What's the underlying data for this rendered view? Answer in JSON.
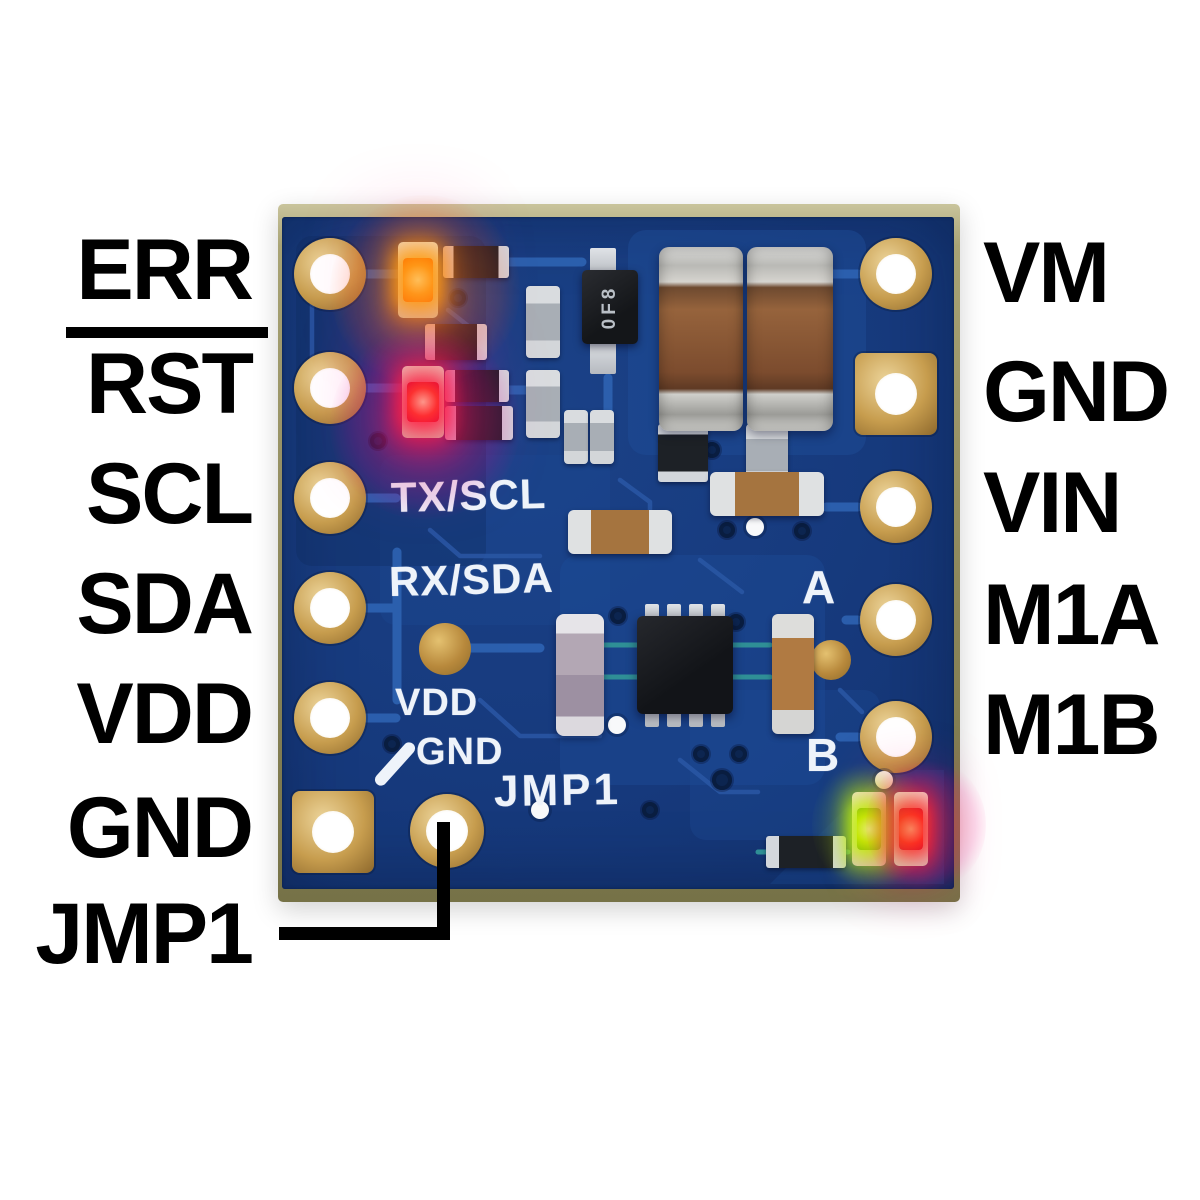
{
  "pinout": {
    "left_pins": [
      {
        "label": "ERR",
        "active_low": false
      },
      {
        "label": "RST",
        "active_low": true
      },
      {
        "label": "SCL",
        "active_low": false
      },
      {
        "label": "SDA",
        "active_low": false
      },
      {
        "label": "VDD",
        "active_low": false
      },
      {
        "label": "GND",
        "active_low": false
      }
    ],
    "jumper_pin": {
      "label": "JMP1"
    },
    "right_pins": [
      {
        "label": "VM"
      },
      {
        "label": "GND"
      },
      {
        "label": "VIN"
      },
      {
        "label": "M1A"
      },
      {
        "label": "M1B"
      }
    ]
  },
  "board": {
    "silkscreen": {
      "tx_scl": "TX/SCL",
      "rx_sda": "RX/SDA",
      "vdd": "VDD",
      "gnd": "GND",
      "jmp1": "JMP1",
      "motor_a": "A",
      "motor_b": "B"
    },
    "chip_marking": "0F8",
    "colors": {
      "soldermask": "#16397C",
      "trace": "#2E63B2",
      "gold": "#C9A14F",
      "board_edge": "#B7B28A",
      "led_amber": "#FFA200",
      "led_red": "#FF2437",
      "led_green": "#BCF200",
      "silkscreen": "#EEF3FA"
    }
  }
}
